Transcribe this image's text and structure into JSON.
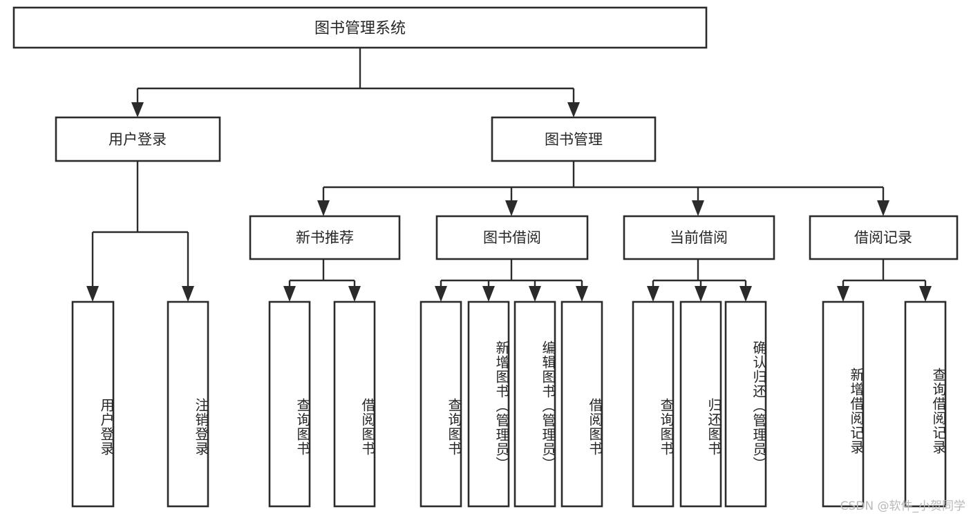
{
  "diagram": {
    "type": "hierarchy-tree",
    "title": "图书管理系统",
    "background_color": "#ffffff",
    "line_color": "#2b2b2b",
    "text_color": "#262626",
    "root": {
      "label": "图书管理系统",
      "level": 0
    },
    "level1": [
      {
        "label": "用户登录"
      },
      {
        "label": "图书管理"
      }
    ],
    "level2": [
      {
        "label": "新书推荐"
      },
      {
        "label": "图书借阅"
      },
      {
        "label": "当前借阅"
      },
      {
        "label": "借阅记录"
      }
    ],
    "leaves": {
      "user_login": [
        {
          "label": "用户登录"
        },
        {
          "label": "注销登录"
        }
      ],
      "new_book_recommend": [
        {
          "label": "查询图书"
        },
        {
          "label": "借阅图书"
        }
      ],
      "book_borrow": [
        {
          "label": "查询图书"
        },
        {
          "label": "新增图书（管理员）"
        },
        {
          "label": "编辑图书（管理员）"
        },
        {
          "label": "借阅图书"
        }
      ],
      "current_borrow": [
        {
          "label": "查询图书"
        },
        {
          "label": "归还图书"
        },
        {
          "label": "确认归还（管理员）"
        }
      ],
      "borrow_record": [
        {
          "label": "新增借阅记录"
        },
        {
          "label": "查询借阅记录"
        }
      ]
    }
  },
  "watermark": {
    "text": "CSDN @软件_小贺同学"
  }
}
